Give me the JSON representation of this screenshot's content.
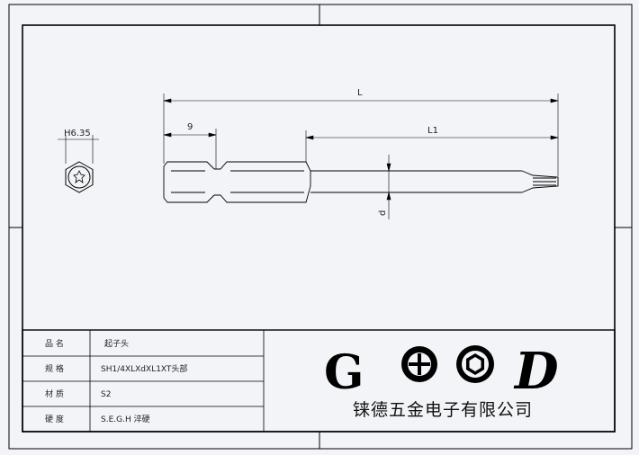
{
  "dimensions": {
    "hex": "H6.35",
    "shank_len": "9",
    "total_len": "L",
    "tip_len": "L1",
    "diameter": "d"
  },
  "title_block": {
    "rows": [
      {
        "label": "品  名",
        "value": "起子头"
      },
      {
        "label": "规  格",
        "value": "SH1/4XLXdXL1XT头部"
      },
      {
        "label": "材  质",
        "value": "S2"
      },
      {
        "label": "硬  度",
        "value": "S.E.G.H 淬硬"
      }
    ]
  },
  "logo": {
    "g": "G",
    "d": "D",
    "company": "铼德五金电子有限公司"
  }
}
